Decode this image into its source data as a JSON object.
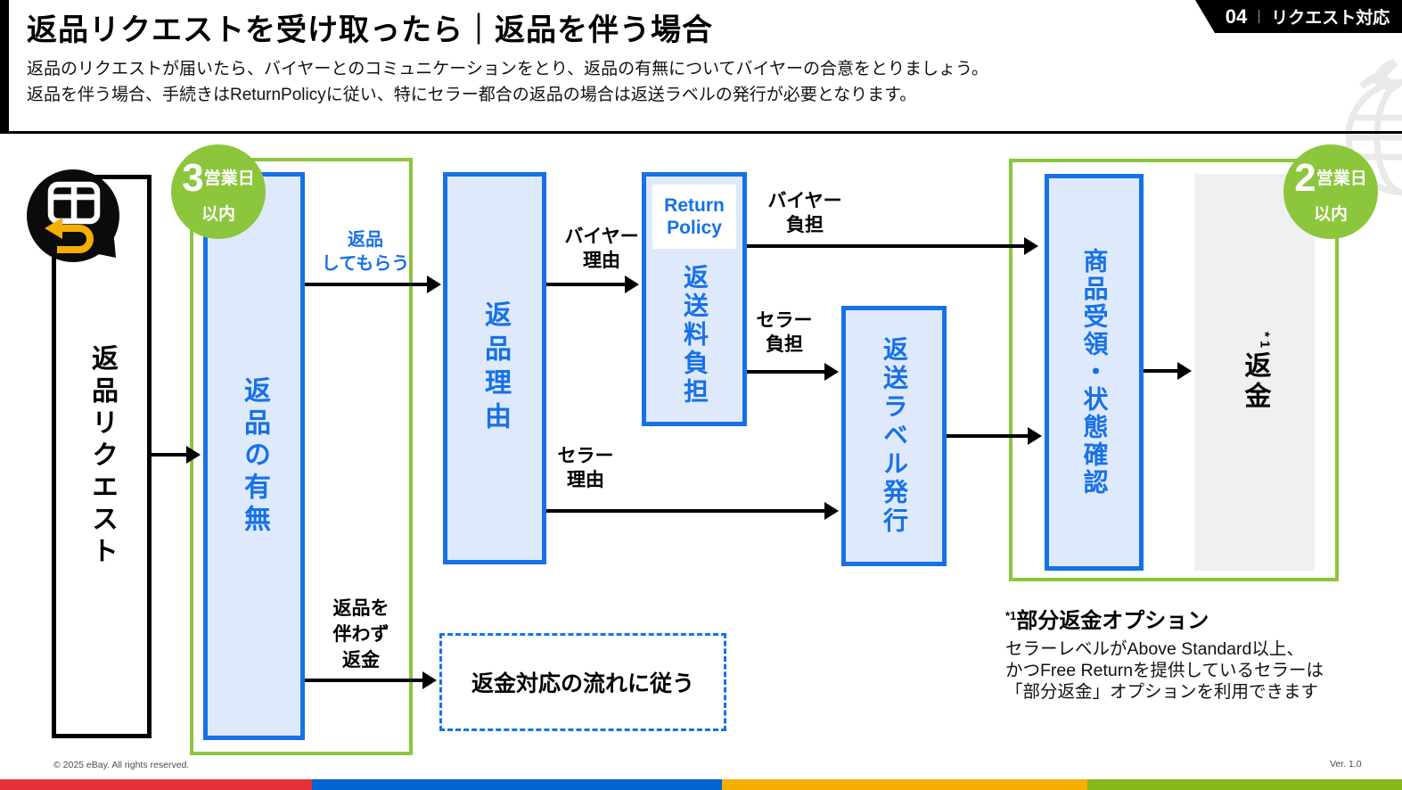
{
  "header": {
    "title": "返品リクエストを受け取ったら｜返品を伴う場合",
    "subtitle_lines": [
      "返品のリクエストが届いたら、バイヤーとのコミュニケーションをとり、返品の有無についてバイヤーの合意をとりましょう。",
      "返品を伴う場合、手続きはReturnPolicyに従い、特にセラー都合の返品の場合は返送ラベルの発行が必要となります。"
    ],
    "badge": {
      "number": "04",
      "separator": "｜",
      "label": "リクエスト対応"
    }
  },
  "diagram": {
    "nodes": {
      "return_request": "返品リクエスト",
      "return_or_not": "返品の有無",
      "return_reason": "返品理由",
      "return_policy": "Return Policy",
      "return_shipping_fee": "返送料負担",
      "return_label_issue": "返送ラベル発行",
      "item_receipt_check": "商品受領・状態確認",
      "refund": "返金",
      "refund_footnote_mark": "*1",
      "refund_flow_note": "返金対応の流れに従う"
    },
    "time_badges": {
      "three_business_days": {
        "number": "3",
        "unit": "営業日",
        "within": "以内"
      },
      "two_business_days": {
        "number": "2",
        "unit": "営業日",
        "within": "以内"
      }
    },
    "edge_labels": {
      "have_item_returned": [
        "返品",
        "してもらう"
      ],
      "buyer_reason": [
        "バイヤー",
        "理由"
      ],
      "buyer_pays": [
        "バイヤー",
        "負担"
      ],
      "seller_pays": [
        "セラー",
        "負担"
      ],
      "seller_reason": [
        "セラー",
        "理由"
      ],
      "refund_without_return": [
        "返品を",
        "伴わず",
        "返金"
      ]
    }
  },
  "footnote": {
    "mark": "*1",
    "heading": "部分返金オプション",
    "lines": [
      "セラーレベルがAbove Standard以上、",
      "かつFree Returnを提供しているセラーは",
      "「部分返金」オプションを利用できます"
    ]
  },
  "footer": {
    "copyright": "© 2025 eBay. All rights reserved.",
    "version": "Ver. 1.0"
  },
  "colors": {
    "blue": "#1771e6",
    "light_blue": "#dfe9fc",
    "green": "#8cc63c",
    "gray_box": "#f0f0f0",
    "icon_yellow": "#f5af02",
    "bar_red": "#e53238",
    "bar_blue": "#0064d2",
    "bar_yellow": "#f5af02",
    "bar_green": "#86b817"
  }
}
